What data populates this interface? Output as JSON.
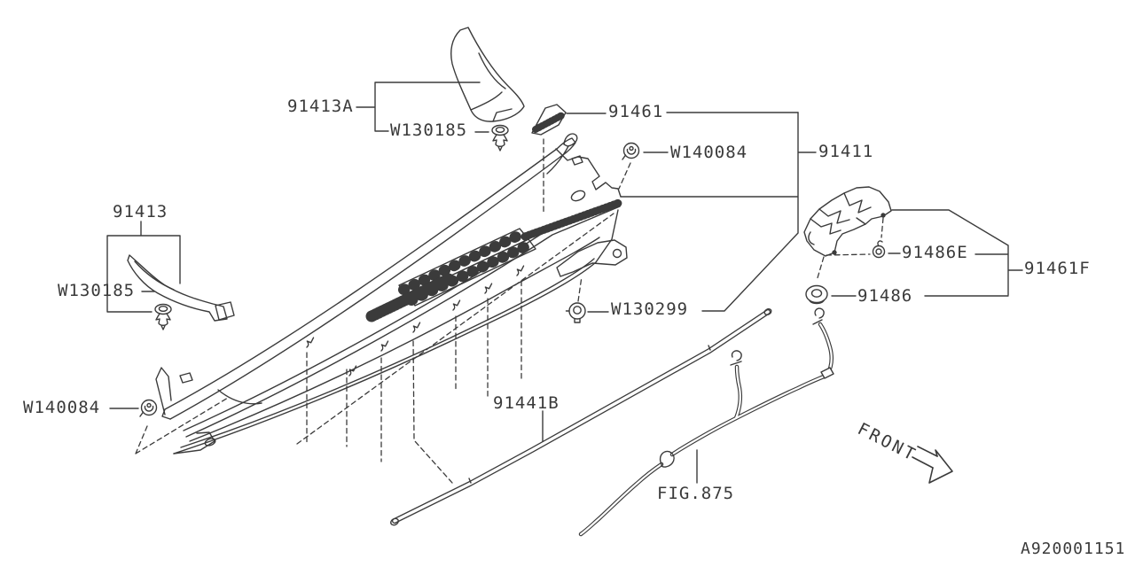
{
  "page": {
    "background": "#ffffff",
    "line_color": "#3b3b3b",
    "text_color": "#3a3a3a"
  },
  "diagram": {
    "drawing_number": "A920001151",
    "front_indicator": "FRONT",
    "figure_reference": "FIG.875",
    "callouts": {
      "c91413A": "91413A",
      "w130185_top": "W130185",
      "c91461": "91461",
      "w140084_top": "W140084",
      "c91411": "91411",
      "c91413": "91413",
      "w130185_left": "W130185",
      "c91486E": "91486E",
      "c91461F": "91461F",
      "c91486": "91486",
      "w130299": "W130299",
      "w140084_bottom": "W140084",
      "c91441B": "91441B"
    },
    "icons": [
      "pushpin-clip-icon",
      "grommet-clip-icon",
      "screw-grommet-icon",
      "ring-clip-icon",
      "plug-grommet-icon",
      "front-arrow-icon"
    ]
  }
}
